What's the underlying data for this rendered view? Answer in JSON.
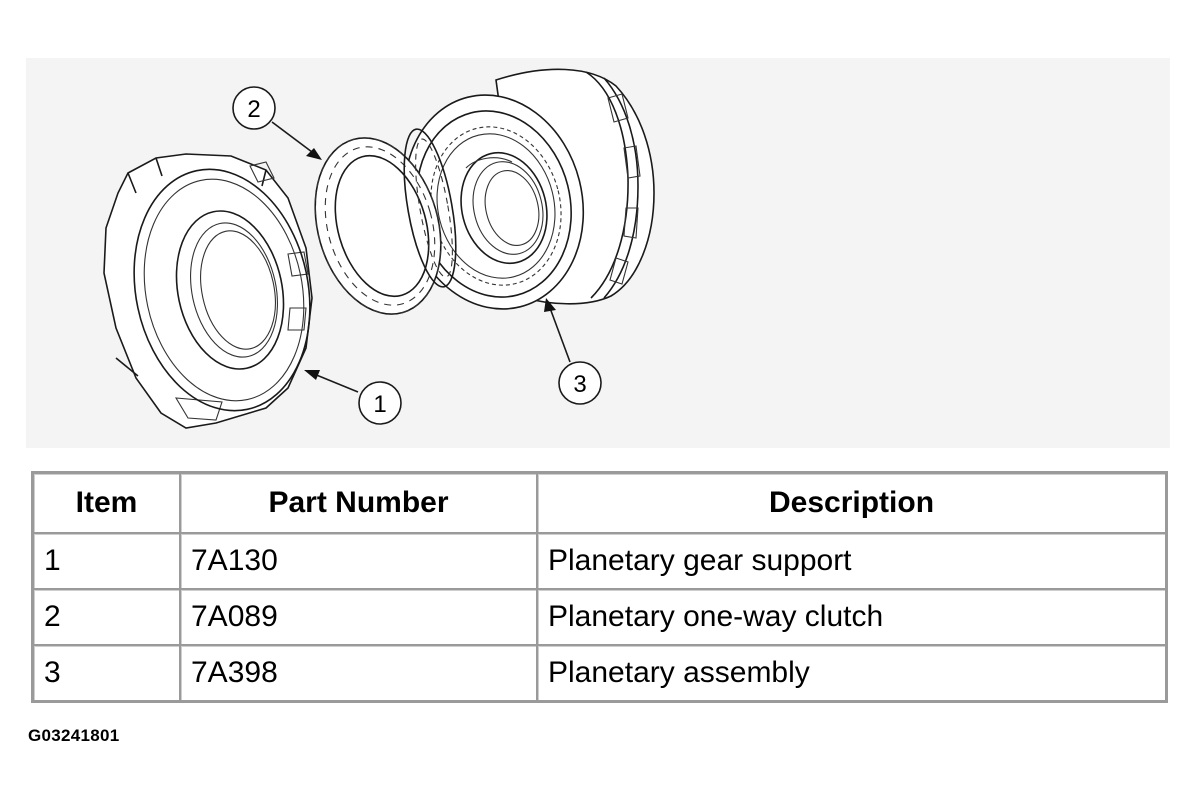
{
  "diagram": {
    "callouts": [
      "1",
      "2",
      "3"
    ]
  },
  "table": {
    "headers": [
      "Item",
      "Part Number",
      "Description"
    ],
    "rows": [
      [
        "1",
        "7A130",
        "Planetary gear support"
      ],
      [
        "2",
        "7A089",
        "Planetary one-way clutch"
      ],
      [
        "3",
        "7A398",
        "Planetary assembly"
      ]
    ]
  },
  "reference_code": "G03241801"
}
